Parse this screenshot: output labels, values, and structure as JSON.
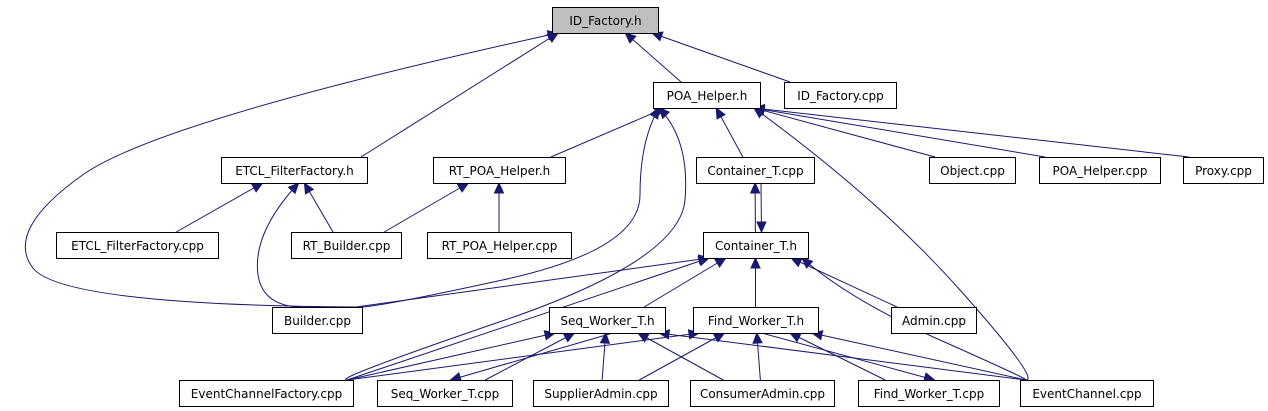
{
  "diagram": {
    "title": "ID_Factory.h include dependency graph",
    "edge_color": "#191970",
    "root_fill": "#bfbfbf",
    "nodes": [
      {
        "id": "id_factory_h",
        "label": "ID_Factory.h",
        "root": true
      },
      {
        "id": "poa_helper_h",
        "label": "POA_Helper.h"
      },
      {
        "id": "id_factory_cpp",
        "label": "ID_Factory.cpp"
      },
      {
        "id": "etcl_filterfactory_h",
        "label": "ETCL_FilterFactory.h"
      },
      {
        "id": "rt_poa_helper_h",
        "label": "RT_POA_Helper.h"
      },
      {
        "id": "container_t_cpp",
        "label": "Container_T.cpp"
      },
      {
        "id": "object_cpp",
        "label": "Object.cpp"
      },
      {
        "id": "poa_helper_cpp",
        "label": "POA_Helper.cpp"
      },
      {
        "id": "proxy_cpp",
        "label": "Proxy.cpp"
      },
      {
        "id": "etcl_filterfactory_cpp",
        "label": "ETCL_FilterFactory.cpp"
      },
      {
        "id": "rt_builder_cpp",
        "label": "RT_Builder.cpp"
      },
      {
        "id": "rt_poa_helper_cpp",
        "label": "RT_POA_Helper.cpp"
      },
      {
        "id": "container_t_h",
        "label": "Container_T.h"
      },
      {
        "id": "builder_cpp",
        "label": "Builder.cpp"
      },
      {
        "id": "seq_worker_t_h",
        "label": "Seq_Worker_T.h"
      },
      {
        "id": "find_worker_t_h",
        "label": "Find_Worker_T.h"
      },
      {
        "id": "admin_cpp",
        "label": "Admin.cpp"
      },
      {
        "id": "eventchannelfactory_cpp",
        "label": "EventChannelFactory.cpp"
      },
      {
        "id": "seq_worker_t_cpp",
        "label": "Seq_Worker_T.cpp"
      },
      {
        "id": "supplieradmin_cpp",
        "label": "SupplierAdmin.cpp"
      },
      {
        "id": "consumeradmin_cpp",
        "label": "ConsumerAdmin.cpp"
      },
      {
        "id": "find_worker_t_cpp",
        "label": "Find_Worker_T.cpp"
      },
      {
        "id": "eventchannel_cpp",
        "label": "EventChannel.cpp"
      }
    ],
    "edges": [
      {
        "from": "poa_helper_h",
        "to": "id_factory_h"
      },
      {
        "from": "id_factory_cpp",
        "to": "id_factory_h"
      },
      {
        "from": "etcl_filterfactory_h",
        "to": "id_factory_h"
      },
      {
        "from": "builder_cpp",
        "to": "id_factory_h"
      },
      {
        "from": "rt_poa_helper_h",
        "to": "poa_helper_h"
      },
      {
        "from": "container_t_cpp",
        "to": "poa_helper_h"
      },
      {
        "from": "object_cpp",
        "to": "poa_helper_h"
      },
      {
        "from": "poa_helper_cpp",
        "to": "poa_helper_h"
      },
      {
        "from": "proxy_cpp",
        "to": "poa_helper_h"
      },
      {
        "from": "builder_cpp",
        "to": "poa_helper_h"
      },
      {
        "from": "eventchannelfactory_cpp",
        "to": "poa_helper_h"
      },
      {
        "from": "eventchannel_cpp",
        "to": "poa_helper_h"
      },
      {
        "from": "etcl_filterfactory_cpp",
        "to": "etcl_filterfactory_h"
      },
      {
        "from": "rt_builder_cpp",
        "to": "etcl_filterfactory_h"
      },
      {
        "from": "builder_cpp",
        "to": "etcl_filterfactory_h"
      },
      {
        "from": "rt_builder_cpp",
        "to": "rt_poa_helper_h"
      },
      {
        "from": "rt_poa_helper_cpp",
        "to": "rt_poa_helper_h"
      },
      {
        "from": "container_t_h",
        "to": "container_t_cpp"
      },
      {
        "from": "container_t_cpp",
        "to": "container_t_h"
      },
      {
        "from": "builder_cpp",
        "to": "container_t_h"
      },
      {
        "from": "eventchannelfactory_cpp",
        "to": "container_t_h"
      },
      {
        "from": "seq_worker_t_h",
        "to": "container_t_h"
      },
      {
        "from": "find_worker_t_h",
        "to": "container_t_h"
      },
      {
        "from": "admin_cpp",
        "to": "container_t_h"
      },
      {
        "from": "eventchannel_cpp",
        "to": "container_t_h"
      },
      {
        "from": "eventchannelfactory_cpp",
        "to": "seq_worker_t_h"
      },
      {
        "from": "seq_worker_t_cpp",
        "to": "seq_worker_t_h"
      },
      {
        "from": "supplieradmin_cpp",
        "to": "seq_worker_t_h"
      },
      {
        "from": "consumeradmin_cpp",
        "to": "seq_worker_t_h"
      },
      {
        "from": "eventchannel_cpp",
        "to": "seq_worker_t_h"
      },
      {
        "from": "seq_worker_t_h",
        "to": "seq_worker_t_cpp"
      },
      {
        "from": "eventchannelfactory_cpp",
        "to": "find_worker_t_h"
      },
      {
        "from": "supplieradmin_cpp",
        "to": "find_worker_t_h"
      },
      {
        "from": "consumeradmin_cpp",
        "to": "find_worker_t_h"
      },
      {
        "from": "find_worker_t_cpp",
        "to": "find_worker_t_h"
      },
      {
        "from": "find_worker_t_h",
        "to": "find_worker_t_cpp"
      },
      {
        "from": "eventchannel_cpp",
        "to": "find_worker_t_h"
      }
    ]
  }
}
